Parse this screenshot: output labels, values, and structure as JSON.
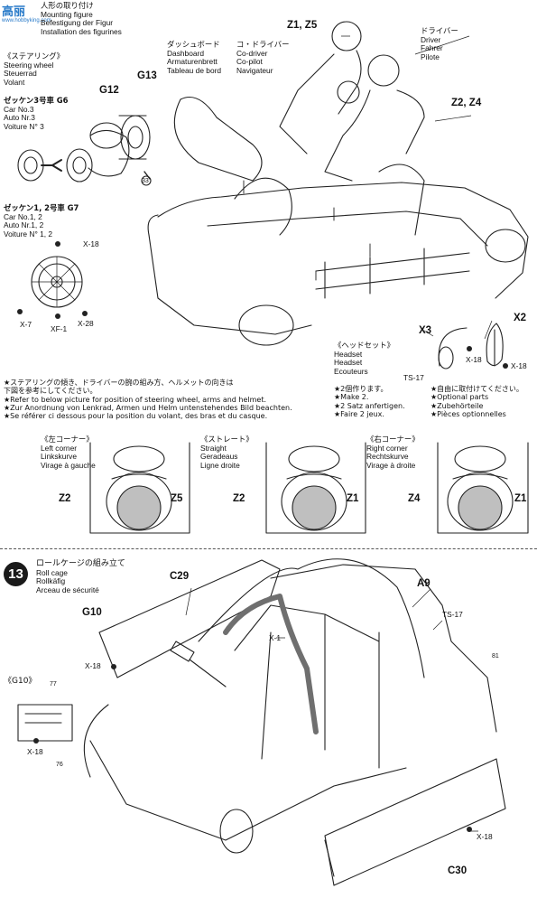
{
  "watermark": {
    "logo_text": "高丽",
    "site_text": "www.hobbyking.com"
  },
  "top_section": {
    "figure_install": {
      "jp": "人形の取り付け",
      "lines": [
        "Mounting figure",
        "Befestigung der Figur",
        "Installation des figurines"
      ]
    },
    "steering_wheel": {
      "jp": "《ステアリング》",
      "lines": [
        "Steering wheel",
        "Steuerrad",
        "Volant"
      ]
    },
    "car3": {
      "jp": "ゼッケン3号車 G6",
      "lines": [
        "Car No.3",
        "Auto Nr.3",
        "Voiture N° 3"
      ]
    },
    "car12": {
      "jp": "ゼッケン1, 2号車 G7",
      "lines": [
        "Car No.1, 2",
        "Auto Nr.1, 2",
        "Voiture N° 1, 2"
      ]
    },
    "dashboard": {
      "jp": "ダッシュボード",
      "lines": [
        "Dashboard",
        "Armaturenbrett",
        "Tableau de bord"
      ]
    },
    "codriver": {
      "jp": "コ・ドライバー",
      "lines": [
        "Co-driver",
        "Co-pilot",
        "Navigateur"
      ]
    },
    "driver": {
      "jp": "ドライバー",
      "lines": [
        "Driver",
        "Fahrer",
        "Pilote"
      ]
    },
    "headset": {
      "jp": "《ヘッドセット》",
      "lines": [
        "Headset",
        "Headset",
        "Ecouteurs"
      ]
    },
    "make2": {
      "lines": [
        "★2個作ります。",
        "★Make 2.",
        "★2 Satz anfertigen.",
        "★Faire 2 jeux."
      ]
    },
    "optional": {
      "lines": [
        "★自由に取付けてください。",
        "★Optional parts",
        "★Zubehörteile",
        "★Pièces optionnelles"
      ]
    },
    "steering_note": {
      "lines": [
        "★ステアリングの傾き、ドライバーの腕の組み方、ヘルメットの向きは",
        "下図を参考にしてください。",
        "★Refer to below picture for position of steering wheel, arms and helmet.",
        "★Zur Anordnung von Lenkrad, Armen und Helm untenstehendes Bild beachten.",
        "★Se référer ci dessous pour la position du volant, des bras et du casque."
      ]
    },
    "left_corner": {
      "jp": "《左コーナー》",
      "lines": [
        "Left corner",
        "Linkskurve",
        "Virage à gauche"
      ],
      "l": "Z2",
      "r": "Z5"
    },
    "straight": {
      "jp": "《ストレート》",
      "lines": [
        "Straight",
        "Geradeaus",
        "Ligne droite"
      ],
      "l": "Z2",
      "r": "Z1"
    },
    "right_corner": {
      "jp": "《右コーナー》",
      "lines": [
        "Right corner",
        "Rechtskurve",
        "Virage à droite"
      ],
      "l": "Z4",
      "r": "Z1"
    },
    "parts": {
      "g12": "G12",
      "g13": "G13",
      "z1z5": "Z1, Z5",
      "z2z4": "Z2, Z4",
      "x3": "X3",
      "x2": "X2",
      "x18a": "X-18",
      "x18b": "X-18",
      "x18c": "X-18",
      "x7": "X-7",
      "xf1": "XF-1",
      "x28": "X-28",
      "ts17": "TS-17",
      "num33": "33"
    }
  },
  "step13": {
    "number": "13",
    "title": {
      "jp": "ロールケージの組み立て",
      "lines": [
        "Roll cage",
        "Rollkäfig",
        "Arceau de sécurité"
      ]
    },
    "parts": {
      "c29": "C29",
      "a9": "A9",
      "g10": "G10",
      "ts17": "TS-17",
      "x1": "X-1",
      "x18a": "X-18",
      "x18b": "X-18",
      "x18c": "X-18",
      "c30": "C30",
      "num81": "81",
      "num77": "77",
      "num76": "76"
    },
    "g10_inset": "《G10》"
  }
}
